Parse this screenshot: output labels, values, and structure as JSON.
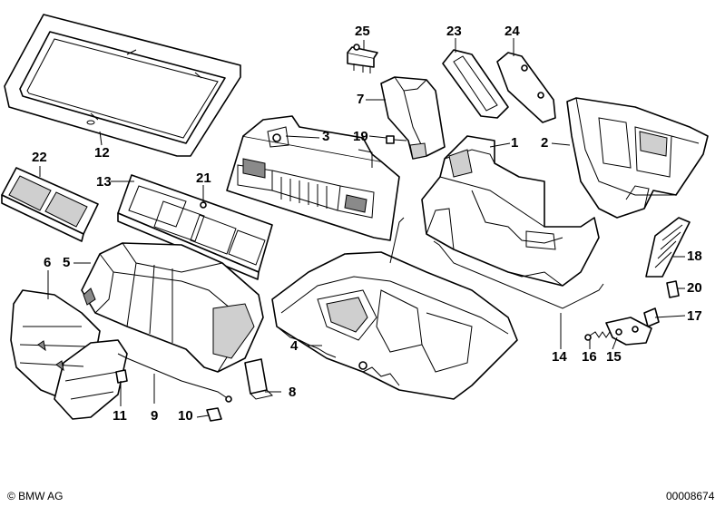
{
  "diagram": {
    "part_numbers": {
      "p1": "1",
      "p2": "2",
      "p3": "3",
      "p4": "4",
      "p5": "5",
      "p6": "6",
      "p7": "7",
      "p8": "8",
      "p9": "9",
      "p10": "10",
      "p11": "11",
      "p12": "12",
      "p13": "13",
      "p14": "14",
      "p15": "15",
      "p16": "16",
      "p17": "17",
      "p18": "18",
      "p19": "19",
      "p20": "20",
      "p21": "21",
      "p22": "22",
      "p23": "23",
      "p24": "24",
      "p25": "25"
    },
    "copyright": "© BMW AG",
    "drawing_number": "00008674"
  }
}
